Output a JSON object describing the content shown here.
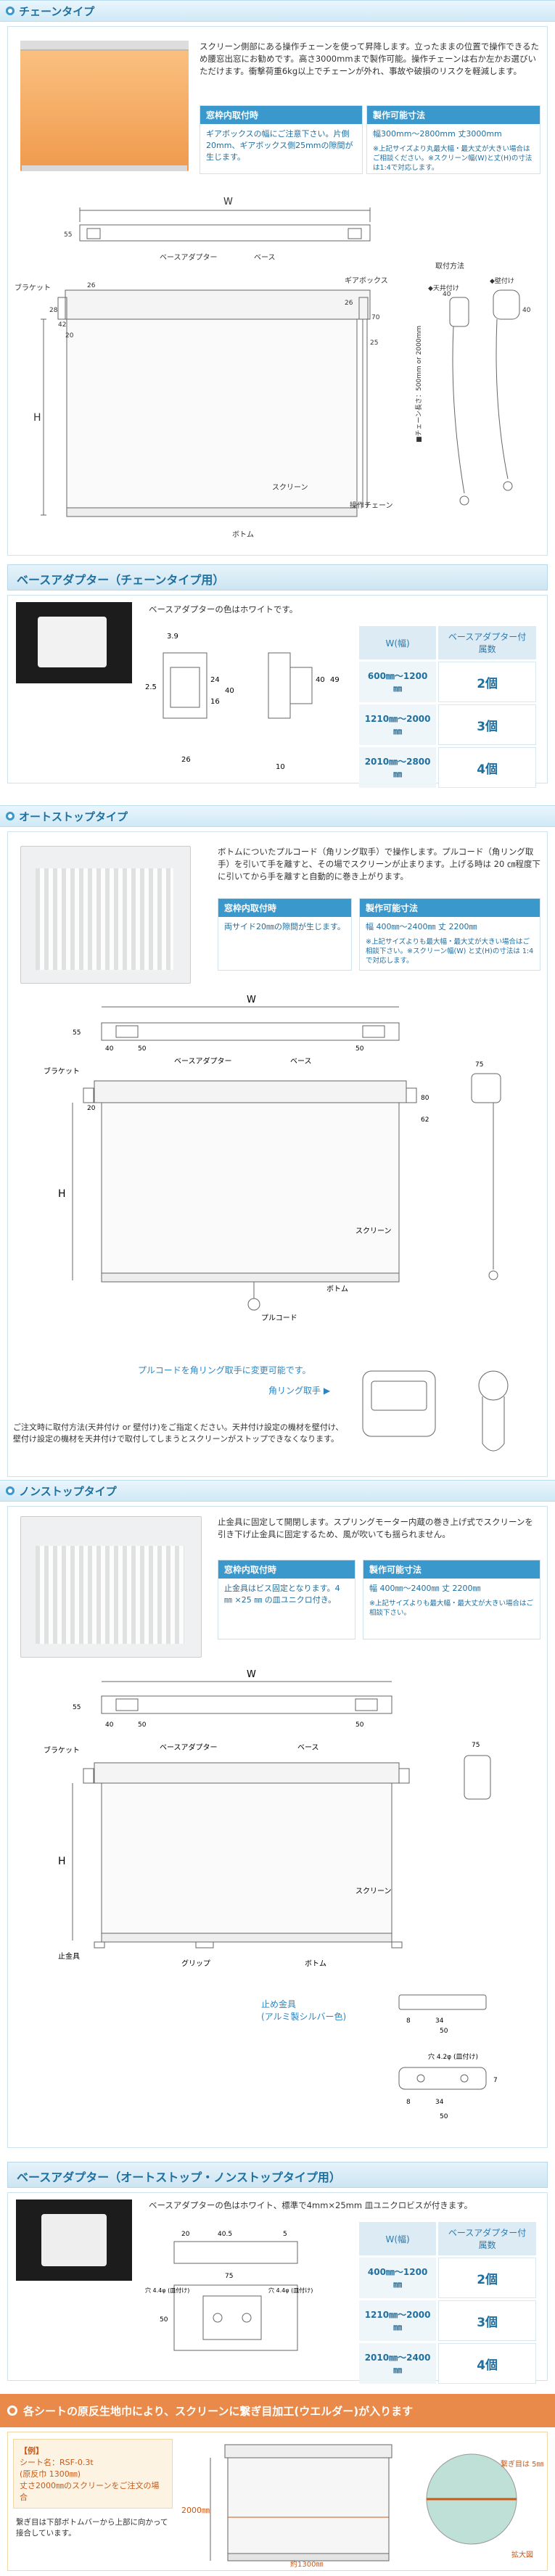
{
  "chain": {
    "title": "チェーンタイプ",
    "desc": "スクリーン側部にある操作チェーンを使って昇降します。立ったままの位置で操作できるため腰窓出窓にお勧めです。高さ3000mmまで製作可能。操作チェーンは右か左かお選びいただけます。衝撃荷重6kg以上でチェーンが外れ、事故や破損のリスクを軽減します。",
    "spec_in_title": "窓枠内取付時",
    "spec_in_body": "ギアボックスの幅にご注意下さい。片側20mm、ギアボックス側25mmの隙間が生じます。",
    "spec_make_title": "製作可能寸法",
    "spec_make_body": "幅300mm～2800mm 丈3000mm",
    "spec_make_note": "※上記サイズより丸最大幅・最大丈が大きい場合はご相談ください。※スクリーン幅(W)と丈(H)の寸法は1:4で対応します。",
    "dims": {
      "w": "W",
      "h": "H",
      "d55": "55",
      "d26a": "26",
      "d26b": "26",
      "d28": "28",
      "d42": "42",
      "d20": "20",
      "d25": "25",
      "d70": "70",
      "d40a": "40",
      "d40b": "40",
      "base_adapter": "ベースアダプター",
      "base": "ベース",
      "gear": "ギアボックス",
      "bracket": "ブラケット",
      "chain": "操作チェーン",
      "screen": "スクリーン",
      "bottom": "ボトム",
      "mount_title": "取付方法",
      "ceiling": "◆天井付け",
      "wall": "◆壁付け",
      "chain_len": "■チェーン長さ：500mm or 2000mm"
    }
  },
  "adapter1": {
    "title": "ベースアダプター（チェーンタイプ用）",
    "note": "ベースアダプターの色はホワイトです。",
    "dims": {
      "d39": "3.9",
      "d24": "24",
      "d16": "16",
      "d40a": "40",
      "d25": "2.5",
      "d26": "26",
      "d10": "10",
      "d40b": "40",
      "d49": "49"
    },
    "head_w": "W(幅)",
    "head_q": "ベースアダプター付属数",
    "rows": [
      {
        "w": "600㎜～1200㎜",
        "q": "2個"
      },
      {
        "w": "1210㎜～2000㎜",
        "q": "3個"
      },
      {
        "w": "2010㎜～2800㎜",
        "q": "4個"
      }
    ]
  },
  "autostop": {
    "title": "オートストップタイプ",
    "desc": "ボトムについたプルコード（角リング取手）で操作します。プルコード（角リング取手）を引いて手を離すと、その場でスクリーンが止まります。上げる時は 20 ㎝程度下に引いてから手を離すと自動的に巻き上がります。",
    "spec_in_title": "窓枠内取付時",
    "spec_in_body": "両サイド20㎜の隙間が生じます。",
    "spec_make_title": "製作可能寸法",
    "spec_make_body": "幅 400㎜～2400㎜ 丈 2200㎜",
    "spec_make_note": "※上記サイズよりも最大幅・最大丈が大きい場合はご相談下さい。※スクリーン幅(W) と丈(H)の寸法は 1:4 で対応します。",
    "dims": {
      "w": "W",
      "h": "H",
      "d55": "55",
      "d40": "40",
      "d50a": "50",
      "d50b": "50",
      "d75": "75",
      "d20": "20",
      "bracket": "ブラケット",
      "base_adapter": "ベースアダプター",
      "base": "ベース",
      "screen": "スクリーン",
      "bottom": "ボトム",
      "pullcord": "プルコード",
      "d80": "80",
      "d62": "62"
    },
    "ring_note": "プルコードを角リング取手に変更可能です。",
    "ring_label": "角リング取手 ▶",
    "warning": "ご注文時に取付方法(天井付け or 壁付け)をご指定ください。天井付け設定の機材を壁付け、壁付け設定の機材を天井付けで取付してしまうとスクリーンがストップできなくなります。"
  },
  "nonstop": {
    "title": "ノンストップタイプ",
    "desc": "止金具に固定して開閉します。スプリングモーター内蔵の巻き上げ式でスクリーンを引き下げ止金具に固定するため、風が吹いても揺られません。",
    "spec_in_title": "窓枠内取付時",
    "spec_in_body": "止金具はビス固定となります。4 ㎜ ×25 ㎜ の皿ユニクロ付き。",
    "spec_make_title": "製作可能寸法",
    "spec_make_body": "幅 400㎜～2400㎜ 丈 2200㎜",
    "spec_make_note": "※上記サイズよりも最大幅・最大丈が大きい場合はご相談下さい。",
    "dims": {
      "w": "W",
      "h": "H",
      "d55": "55",
      "d40": "40",
      "d50a": "50",
      "d50b": "50",
      "d75": "75",
      "bracket": "ブラケット",
      "base_adapter": "ベースアダプター",
      "base": "ベース",
      "screen": "スクリーン",
      "bottom": "ボトム",
      "grip": "グリップ",
      "stopper": "止金具",
      "d34a": "34",
      "d8a": "8",
      "d50c": "50",
      "d34b": "34",
      "d8b": "8",
      "d50d": "50",
      "hole": "穴 4.2φ (皿付け)",
      "d7": "7"
    },
    "stopper_label": "止め金具\n(アルミ製シルバー色)"
  },
  "adapter2": {
    "title": "ベースアダプター（オートストップ・ノンストップタイプ用）",
    "note": "ベースアダプターの色はホワイト、標準で4mm×25mm 皿ユニクロビスが付きます。",
    "dims": {
      "d20": "20",
      "d405": "40.5",
      "d5": "5",
      "d75": "75",
      "hole1": "穴 4.4φ (皿付け)",
      "hole2": "穴 4.4φ (皿付け)",
      "d50": "50"
    },
    "head_w": "W(幅)",
    "head_q": "ベースアダプター付属数",
    "rows": [
      {
        "w": "400㎜～1200㎜",
        "q": "2個"
      },
      {
        "w": "1210㎜～2000㎜",
        "q": "3個"
      },
      {
        "w": "2010㎜～2400㎜",
        "q": "4個"
      }
    ]
  },
  "seam": {
    "title": "各シートの原反生地巾により、スクリーンに繋ぎ目加工(ウエルダー)が入ります",
    "example_label": "【例】",
    "example_body": "シート名：RSF-0.3t\n(原反巾 1300㎜)\n丈さ2000㎜のスクリーンをご注文の場合",
    "example_note": "繋ぎ目は下部ボトムバーから上部に向かって接合しています。",
    "h2000": "2000㎜",
    "w1300": "約1300㎜",
    "seam_label": "繋ぎ目は 5㎜",
    "zoom": "拡大図"
  },
  "colors": {
    "accent": "#3a98cc",
    "orange": "#e98a4a",
    "shade": "#f0a35c"
  }
}
